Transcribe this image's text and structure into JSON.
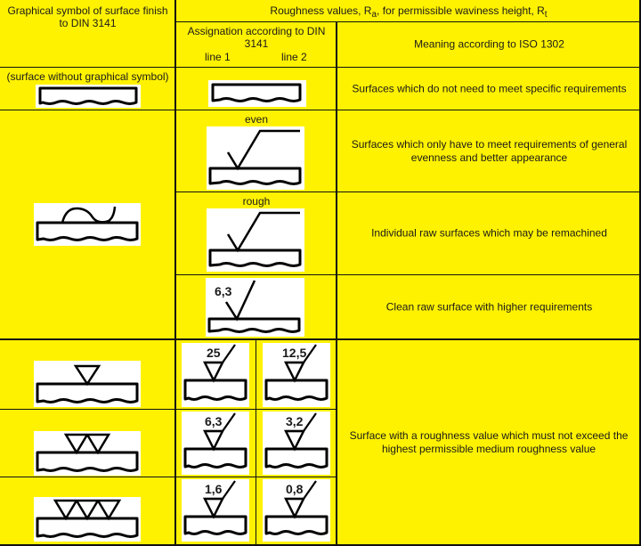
{
  "header": {
    "col1_title": "Graphical symbol of surface finish to DIN 3141",
    "col1_line1": "Graphical symbol of surface finish",
    "col1_line2": "to DIN 3141",
    "roughness_title_prefix": "Roughness values, R",
    "roughness_sub_a": "a",
    "roughness_title_mid": ", for permissible waviness height, R",
    "roughness_sub_t": "t",
    "assignation_line1": "Assignation according to DIN",
    "assignation_line2": "3141",
    "line1_label": "line 1",
    "line2_label": "line 2",
    "meaning_title": "Meaning according to ISO 1302"
  },
  "rows": [
    {
      "symbol_label": "(surface without graphical symbol)",
      "symbol_icon": "plain-surface-symbol",
      "assignation_icon": "plain-surface-symbol",
      "meaning": "Surfaces which do not need to meet specific requirements"
    },
    {
      "symbol_icon": "wavy-surface-symbol",
      "sub_rows": [
        {
          "label": "even",
          "assignation_icon": "check-surface-symbol-long-bar",
          "meaning": "Surfaces which only have to meet requirements of general evenness and better appearance"
        },
        {
          "label": "rough",
          "assignation_icon": "check-surface-symbol-long-bar",
          "meaning": "Individual raw surfaces which may be remachined"
        },
        {
          "value": "6,3",
          "assignation_icon": "check-surface-symbol-value",
          "meaning": "Clean raw surface with higher requirements"
        }
      ]
    },
    {
      "meaning": "Surface with a roughness value which must not exceed the highest permissible medium roughness value",
      "sub_rows": [
        {
          "triangles": 1,
          "symbol_icon": "single-triangle-symbol",
          "line1_value": "25",
          "line2_value": "12,5"
        },
        {
          "triangles": 2,
          "symbol_icon": "double-triangle-symbol",
          "line1_value": "6,3",
          "line2_value": "3,2"
        },
        {
          "triangles": 3,
          "symbol_icon": "triple-triangle-symbol",
          "line1_value": "1,6",
          "line2_value": "0,8"
        }
      ]
    }
  ],
  "colors": {
    "background": "#fff200",
    "grid": "#111111",
    "symbol_bg": "#ffffff",
    "text": "#1a1a1a"
  }
}
